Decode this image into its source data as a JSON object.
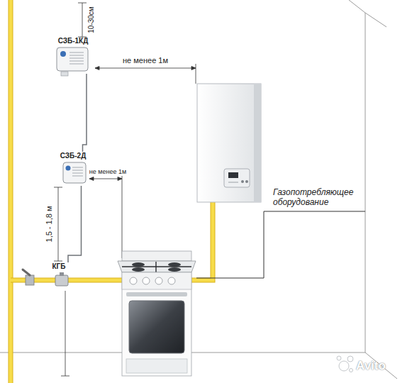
{
  "diagram": {
    "nodes": [
      {
        "text": [
          "СЗБ-1КД"
        ]
      },
      {
        "text": [
          "СЗБ-2Д"
        ]
      },
      {
        "text": [
          "КГБ"
        ]
      }
    ],
    "edges": [
      {
        "from": 0,
        "to": 1,
        "arrow": "none"
      },
      {
        "from": 1,
        "to": 2,
        "arrow": "none"
      }
    ],
    "labels": [
      "10-30см",
      "не менее 1м",
      "не менее 1м",
      "1,5 - 1,8 м",
      "Газопотребляющее оборудование",
      "Avito"
    ]
  }
}
